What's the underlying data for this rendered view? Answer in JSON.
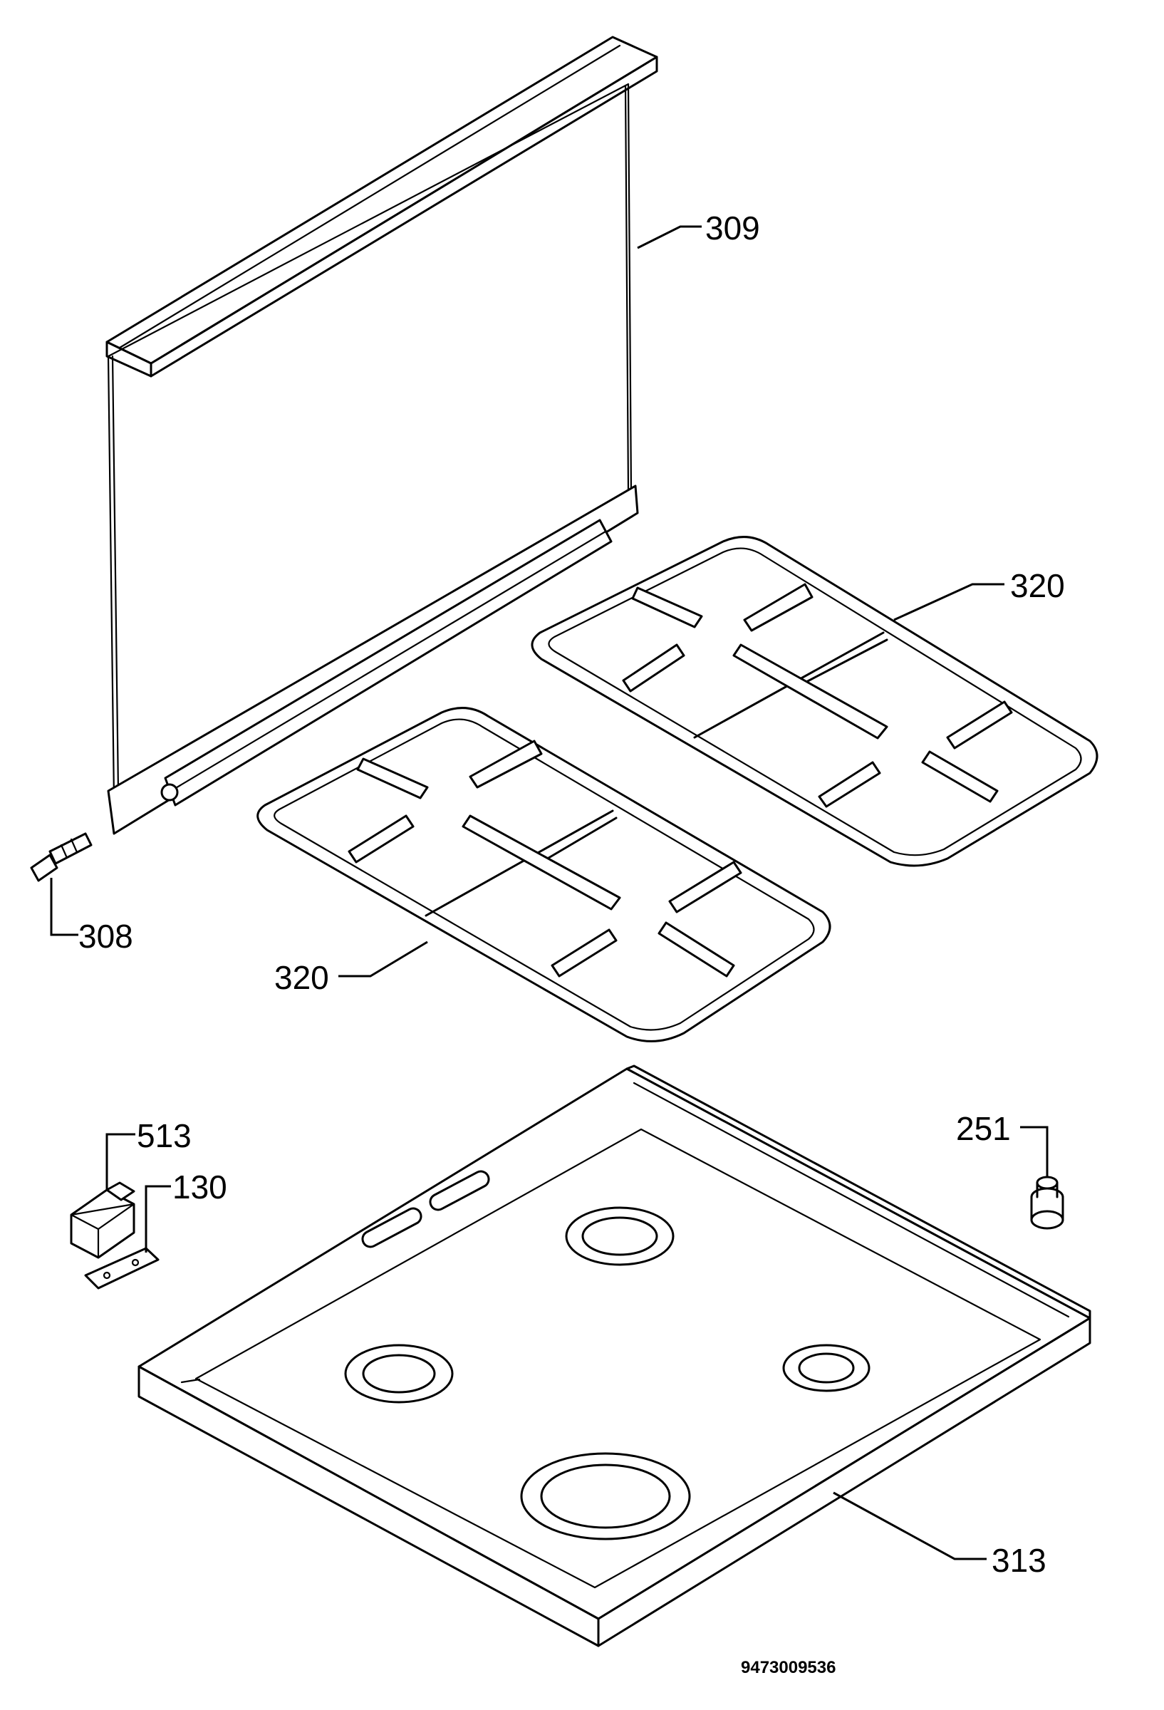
{
  "callouts": {
    "glass_lid": "309",
    "hinge_pin": "308",
    "grid_right": "320",
    "grid_left": "320",
    "bracket": "513",
    "plate": "130",
    "knob": "251",
    "hob_top": "313"
  },
  "document_number": "9473009536"
}
